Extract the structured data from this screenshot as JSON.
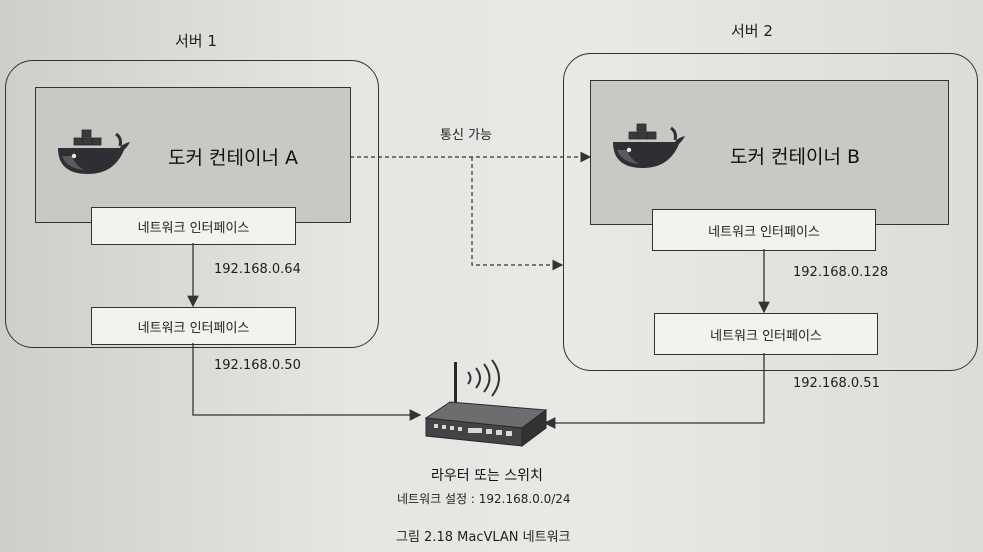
{
  "server1": {
    "label": "서버 1",
    "container": "도커 컨테이너 A",
    "nic_inner": "네트워크 인터페이스",
    "ip_inner": "192.168.0.64",
    "nic_outer": "네트워크 인터페이스",
    "ip_outer": "192.168.0.50"
  },
  "server2": {
    "label": "서버 2",
    "container": "도커 컨테이너 B",
    "nic_inner": "네트워크 인터페이스",
    "ip_inner": "192.168.0.128",
    "nic_outer": "네트워크 인터페이스",
    "ip_outer": "192.168.0.51"
  },
  "link_label": "통신 가능",
  "router": {
    "label": "라우터 또는 스위치",
    "setting": "네트워크 설정 : 192.168.0.0/24"
  },
  "caption": "그림 2.18 MacVLAN 네트워크",
  "colors": {
    "docker_blue": "#2c2c30",
    "container_fill": "#c9c8c5",
    "line": "#333333"
  },
  "icons": {
    "docker": "docker-whale-icon",
    "router": "router-icon"
  }
}
